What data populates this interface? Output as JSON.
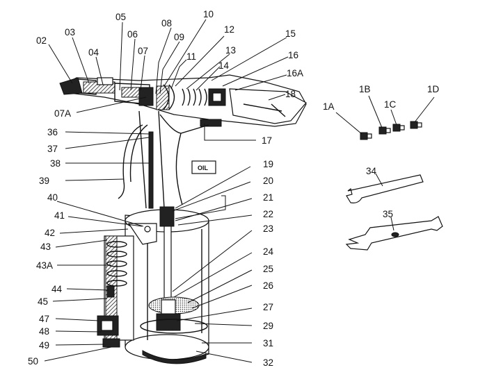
{
  "oil_label": "OIL",
  "callouts": {
    "c02": "02",
    "c03": "03",
    "c04": "04",
    "c05": "05",
    "c06": "06",
    "c07": "07",
    "c07A": "07A",
    "c08": "08",
    "c09": "09",
    "c10": "10",
    "c11": "11",
    "c12": "12",
    "c13": "13",
    "c14": "14",
    "c15": "15",
    "c16": "16",
    "c16A": "16A",
    "c17": "17",
    "c18": "18",
    "c1A": "1A",
    "c1B": "1B",
    "c1C": "1C",
    "c1D": "1D",
    "c19": "19",
    "c20": "20",
    "c21": "21",
    "c22": "22",
    "c23": "23",
    "c24": "24",
    "c25": "25",
    "c26": "26",
    "c27": "27",
    "c29": "29",
    "c31": "31",
    "c32": "32",
    "c34": "34",
    "c35": "35",
    "c36": "36",
    "c37": "37",
    "c38": "38",
    "c39": "39",
    "c40": "40",
    "c41": "41",
    "c42": "42",
    "c43": "43",
    "c43A": "43A",
    "c44": "44",
    "c45": "45",
    "c47": "47",
    "c48": "48",
    "c49": "49",
    "c50": "50"
  }
}
